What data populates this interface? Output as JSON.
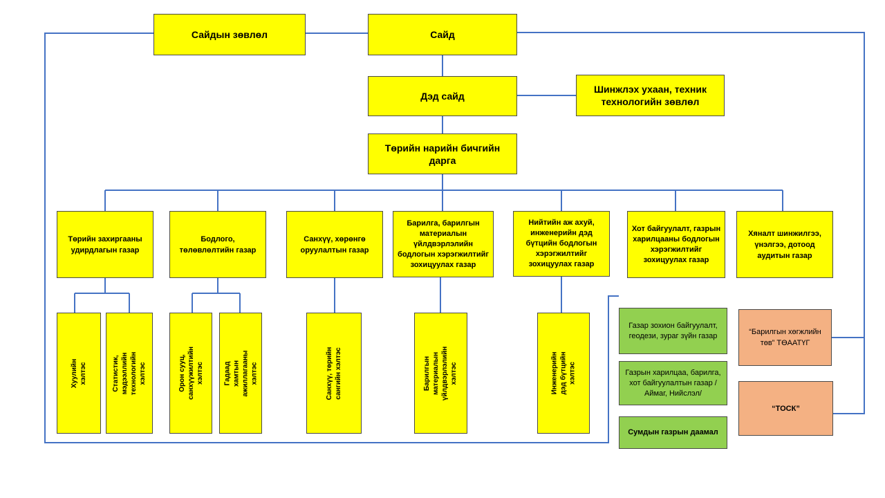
{
  "top": {
    "council": "Сайдын зөвлөл",
    "minister": "Сайд",
    "deputy": "Дэд сайд",
    "sci_council": "Шинжлэх ухаан, техник технологийн зөвлөл",
    "secretary": "Төрийн нарийн бичгийн дарга"
  },
  "departments": [
    "Төрийн захиргааны удирдлагын газар",
    "Бодлого, төлөвлөлтийн газар",
    "Санхүү, хөрөнгө оруулалтын газар",
    "Барилга, барилгын материалын үйлдвэрлэлийн бодлогын хэрэгжилтийг зохицуулах газар",
    "Нийтийн аж ахуй, инженерийн дэд бүтцийн бодлогын хэрэгжилтийг зохицуулах газар",
    "Хот байгуулалт, газрын харилцааны бодлогын хэрэгжилтийг зохицуулах газар",
    "Хяналт шинжилгээ, үнэлгээ, дотоод аудитын газар"
  ],
  "divisions": [
    "Хуулийн хэлтэс",
    "Статистик, мэдээллийн технологийн хэлтэс",
    "Орон сууц, санхүүжилтийн хэлтэс",
    "Гадаад хамтын ажиллагааны хэлтэс",
    "Санхүү, төрийн сангийн хэлтэс",
    "Барилгын материалын үйлдвэрлэлийн хэлтэс",
    "Инженерийн дэд бүтцийн хэлтэс"
  ],
  "agencies": [
    "Газар зохион байгуулалт, геодези, зураг зүйн газар",
    "Газрын харилцаа, барилга, хот байгуулалтын газар /Аймаг, Нийслэл/",
    "Сумдын газрын даамал"
  ],
  "orgs": [
    "“Барилгын хөгжлийн төв” ТӨААТҮГ",
    "“ТОСК”"
  ],
  "colors": {
    "yellow": "#ffff00",
    "green": "#92d050",
    "orange": "#f4b183",
    "line": "#4472c4"
  }
}
